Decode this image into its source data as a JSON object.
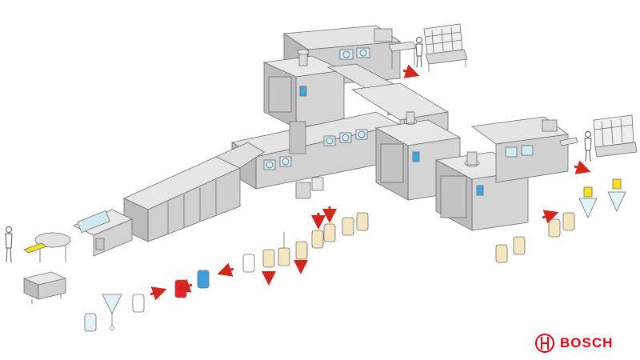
{
  "brand": {
    "name": "BOSCH",
    "color": "#e3000f",
    "logo_icon": "bosch-armature-logo-icon"
  },
  "palette": {
    "machine_top": "#e4e4e4",
    "machine_front": "#cfcfcf",
    "machine_side": "#b9b9b9",
    "window": "#cfeaf2",
    "outline": "#6d6d6d",
    "flow_arrow": "#d0261c",
    "blue_panel": "#3fa7dc",
    "liquid": "#f4e6bf",
    "vial_red": "#e8202a",
    "vial_blue": "#3ea0d8",
    "yellow_tray": "#f4e21a"
  },
  "scene": {
    "description_free": true,
    "operators": 3,
    "isolator_chambers": 3,
    "flow_arrows": 10
  }
}
